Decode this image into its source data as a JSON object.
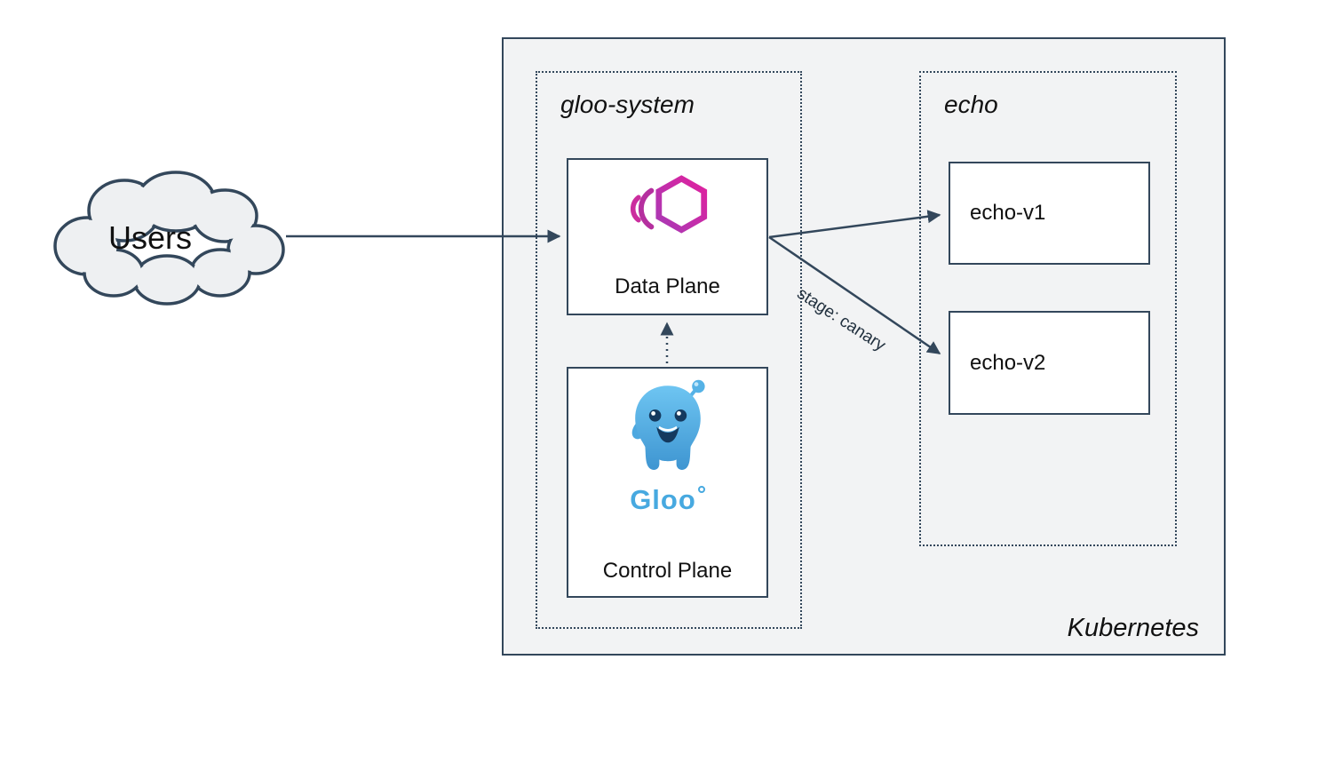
{
  "diagram": {
    "users": {
      "label": "Users"
    },
    "cluster": {
      "label": "Kubernetes"
    },
    "namespaces": {
      "gloo_system": {
        "label": "gloo-system"
      },
      "echo": {
        "label": "echo"
      }
    },
    "nodes": {
      "data_plane": {
        "label": "Data Plane",
        "icon": "gloo-proxy-hexagon-icon"
      },
      "control_plane": {
        "label": "Control Plane",
        "icon": "gloo-mascot-icon",
        "wordmark": "Gloo"
      },
      "echo_v1": {
        "label": "echo-v1"
      },
      "echo_v2": {
        "label": "echo-v2"
      }
    },
    "edges": {
      "canary_label": "stage: canary"
    },
    "colors": {
      "stroke": "#33475b",
      "cluster_fill": "#f2f3f4",
      "node_fill": "#ffffff",
      "cloud_fill": "#eef0f2",
      "gloo_pink": "#cb2d9e",
      "gloo_purple": "#a83ab5",
      "gloo_blue": "#47a9e0"
    }
  }
}
